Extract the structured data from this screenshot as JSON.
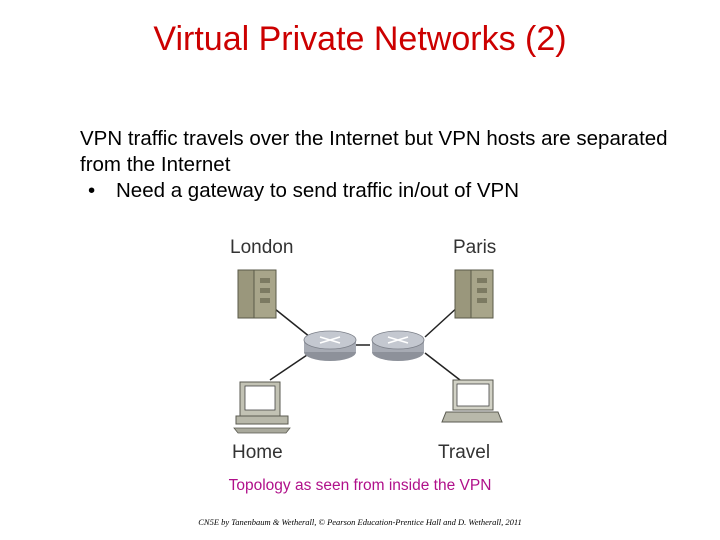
{
  "slide": {
    "title": "Virtual Private Networks (2)",
    "body_line1": "VPN traffic travels over the Internet but VPN hosts are separated from the Internet",
    "bullet_symbol": "•",
    "bullet_text": "Need a gateway to send traffic in/out of VPN",
    "caption": "Topology as seen from inside the VPN",
    "footer": "CN5E by Tanenbaum & Wetherall, © Pearson Education-Prentice Hall and D. Wetherall, 2011"
  },
  "diagram": {
    "nodes": {
      "london": "London",
      "paris": "Paris",
      "home": "Home",
      "travel": "Travel"
    },
    "colors": {
      "server": "#a8a58a",
      "router": "#b8bcc6",
      "link": "#222222"
    }
  }
}
